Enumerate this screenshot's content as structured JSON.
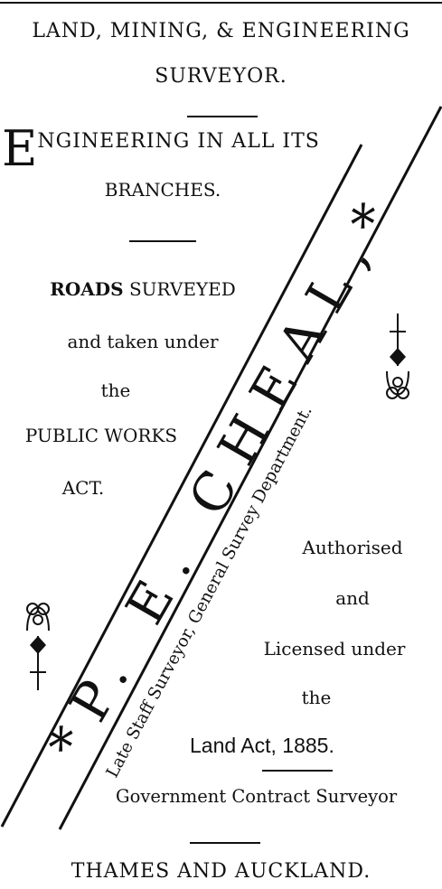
{
  "header": {
    "line1": "LAND, MINING, & ENGINEERING",
    "line2": "SURVEYOR."
  },
  "engineering": {
    "dropcap": "E",
    "rest": "NGINEERING IN ALL ITS",
    "line2": "BRANCHES."
  },
  "roads": {
    "bold_word": "ROADS",
    "line1_rest": " SURVEYED",
    "line2": "and taken under",
    "line3": "the",
    "line4": "PUBLIC WORKS",
    "line5": "ACT."
  },
  "diagonal": {
    "name": "*P. E. CHEAL,*",
    "subtitle": "Late Staff Surveyor, General Survey Department."
  },
  "licensing": {
    "line1": "Authorised",
    "line2": "and",
    "line3": "Licensed under",
    "line4": "the",
    "line5": "Land Act, 1885."
  },
  "government": "Government Contract Surveyor",
  "footer": "THAMES AND AUCKLAND."
}
